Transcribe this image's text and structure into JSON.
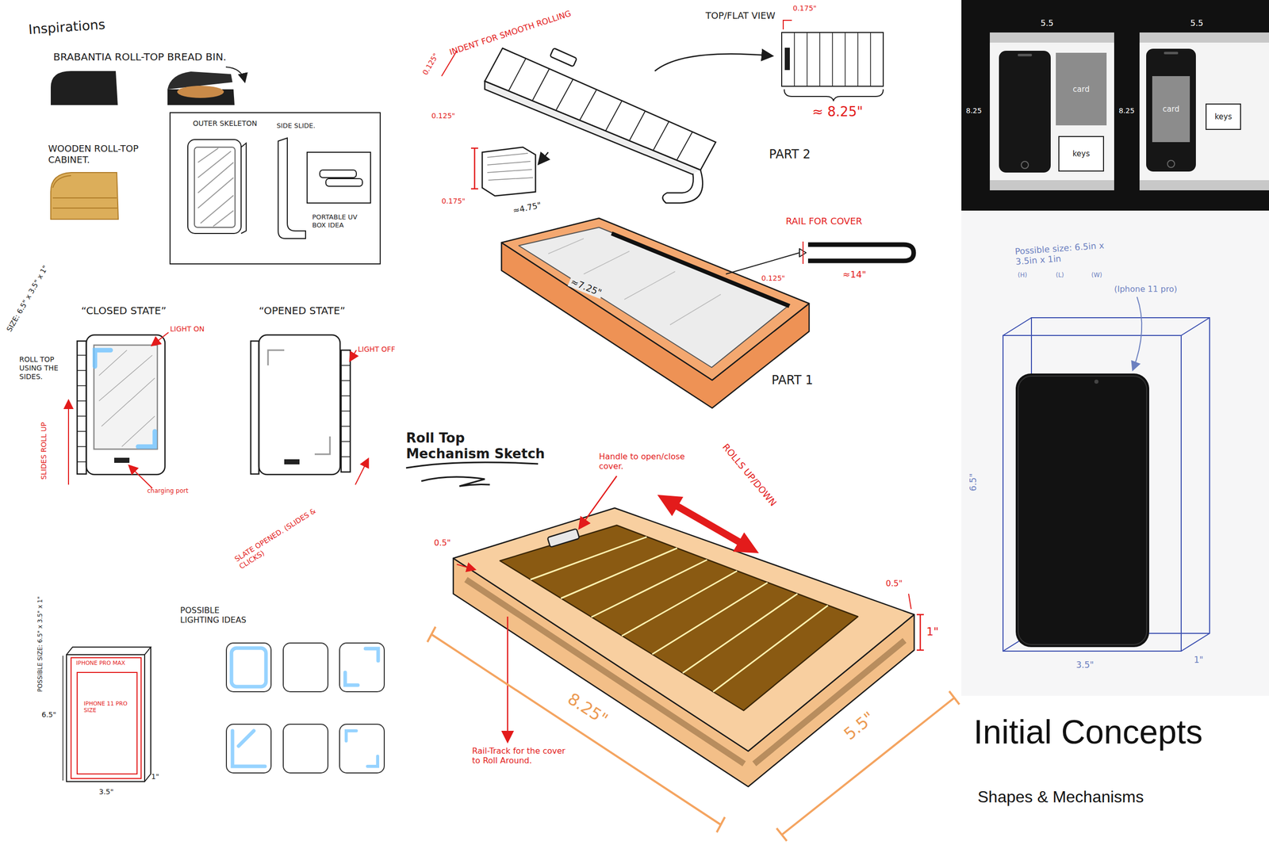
{
  "diagram": {
    "title": "Initial Concepts",
    "caption": "Shapes & Mechanisms",
    "nodes": [
      {
        "text": [
          "card"
        ]
      },
      {
        "text": [
          "keys"
        ]
      },
      {
        "text": [
          "card"
        ]
      },
      {
        "text": [
          "keys"
        ]
      }
    ],
    "labels": [
      "Inspirations",
      "BRABANTIA ROLL-TOP BREAD BIN.",
      "WOODEN ROLL-TOP CABINET.",
      "OUTER SKELETON",
      "SIDE SLIDE.",
      "PORTABLE UV BOX IDEA",
      "SIZE: 6.5\" x 3.5\" x 1\"",
      "“CLOSED STATE”",
      "“OPENED STATE”",
      "LIGHT ON",
      "LIGHT OFF",
      "ROLL TOP USING THE SIDES.",
      "SLIDES ROLL UP",
      "charging port",
      "SLATE OPENED. (SLIDES & CLICKS)",
      "POSSIBLE SIZE: 6.5\" x 3.5\" x 1\"",
      "IPHONE PRO MAX",
      "IPHONE 11 PRO SIZE",
      "6.5\"",
      "3.5\"",
      "1\"",
      "POSSIBLE LIGHTING IDEAS",
      "0.125\"",
      "INDENT FOR SMOOTH ROLLING",
      "0.125\"",
      "0.175\"",
      "TOP/FLAT VIEW",
      "0.175\"",
      "≈ 8.25\"",
      "PART 2",
      "≈4.75\"",
      "≈7.25\"",
      "RAIL FOR COVER",
      "0.125\"",
      "≈14\"",
      "PART 1",
      "Roll Top Mechanism Sketch",
      "Handle to open/close cover.",
      "ROLLS UP/DOWN",
      "0.5\"",
      "0.5\"",
      "1\"",
      "8.25\"",
      "5.5\"",
      "Rail-Track for the cover to Roll Around.",
      "5.5",
      "5.5",
      "8.25",
      "8.25",
      "Possible size: 6.5in x 3.5in x 1in",
      "(H)",
      "(L)",
      "(W)",
      "(Iphone 11 pro)",
      "6.5\"",
      "3.5\"",
      "1\""
    ]
  }
}
